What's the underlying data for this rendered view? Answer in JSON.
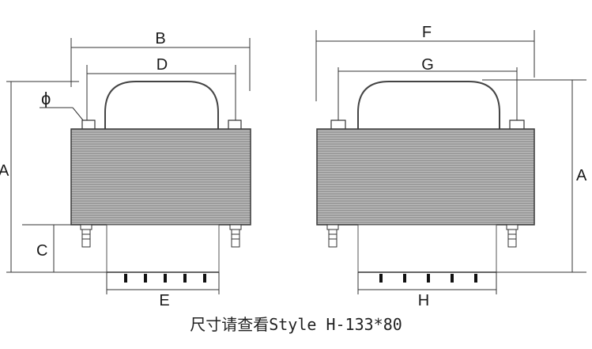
{
  "labels": {
    "left_top_outer": "B",
    "left_top_inner": "D",
    "left_height": "A",
    "left_base": "C",
    "left_bottom": "E",
    "left_pin_symbol": "ϕ",
    "right_top_outer": "F",
    "right_top_inner": "G",
    "right_height": "A",
    "right_bottom": "H"
  },
  "caption": {
    "cn": "尺寸请查看",
    "model": "Style H-133*80"
  },
  "colors": {
    "core_fill": "#9a9a9a",
    "core_stripe": "#bdbdbd",
    "line": "#2a2a2a",
    "background": "#ffffff"
  }
}
